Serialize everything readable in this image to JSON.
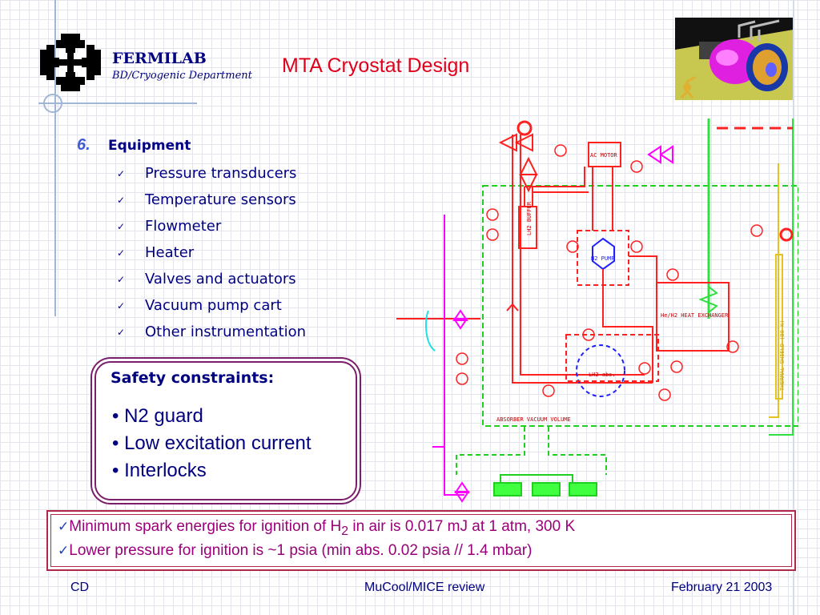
{
  "header": {
    "org": "FERMILAB",
    "department": "BD/Cryogenic Department",
    "title": "MTA Cryostat Design"
  },
  "section": {
    "number": "6.",
    "title": "Equipment",
    "items": [
      "Pressure transducers",
      "Temperature sensors",
      "Flowmeter",
      "Heater",
      "Valves and actuators",
      "Vacuum pump cart",
      "Other instrumentation"
    ]
  },
  "safety": {
    "title": "Safety constraints:",
    "items": [
      "• N2 guard",
      "• Low excitation current",
      "• Interlocks"
    ]
  },
  "notes": {
    "line1_pre": "Minimum spark energies for ignition of H",
    "line1_sub": "2",
    "line1_post": " in air is 0.017 mJ at 1 atm, 300 K",
    "line2": "Lower pressure for ignition is ~1 psia (min abs. 0.02 psia // 1.4 mbar)"
  },
  "diagram": {
    "labels": {
      "lh2_buffer": "LH2 BUFFER",
      "h2_pump": "H2 PUMP",
      "ac_motor": "AC MOTOR",
      "heat_exchanger": "He/H2 HEAT EXCHANGER",
      "lh2_abs": "LH2 abs.",
      "absorber_volume": "ABSORBER VACUUM VOLUME",
      "thermal_shield": "THERMAL SHIELD (80 K)"
    },
    "colors": {
      "h2_line": "#ff2020",
      "vacuum_line": "#20d020",
      "pump_line": "#ff00ff",
      "he_line": "#30e040",
      "shield": "#e8c020"
    }
  },
  "footer": {
    "left": "CD",
    "center": "MuCool/MICE review",
    "right": "February 21 2003"
  },
  "icons": {
    "logo": "fermilab-logo",
    "render": "cryostat-3d-render",
    "check": "checkmark-icon"
  }
}
